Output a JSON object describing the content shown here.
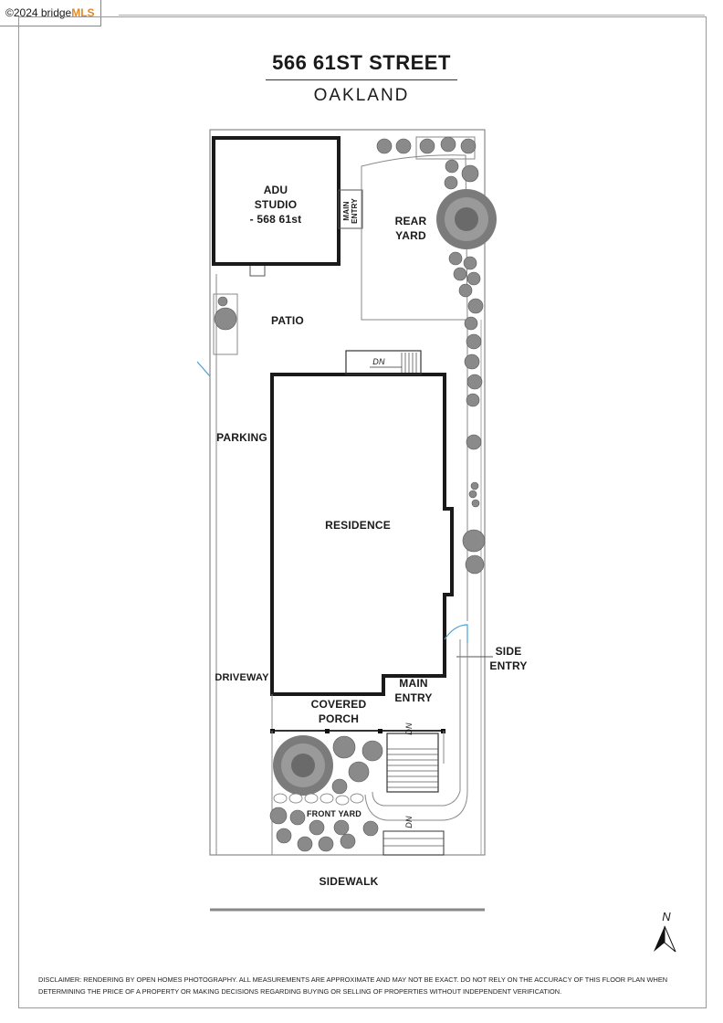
{
  "watermark": {
    "copyright": "©2024 bridge",
    "brand": "MLS"
  },
  "header": {
    "street": "566 61ST STREET",
    "city": "OAKLAND"
  },
  "rooms": {
    "adu": "ADU\nSTUDIO\n- 568 61st",
    "adu_entry": "MAIN\nENTRY",
    "rear_yard": "REAR\nYARD",
    "patio": "PATIO",
    "parking": "PARKING",
    "residence": "RESIDENCE",
    "driveway": "DRIVEWAY",
    "covered_porch": "COVERED\nPORCH",
    "main_entry": "MAIN\nENTRY",
    "side_entry": "SIDE\nENTRY",
    "front_yard": "FRONT YARD",
    "sidewalk": "SIDEWALK",
    "dn": "DN"
  },
  "compass": {
    "north": "N"
  },
  "disclaimer": "Disclaimer: Rendering by Open Homes Photography. All measurements are approximate and may not be exact. Do not rely on the accuracy of this floor plan when determining the price of a property or making decisions regarding buying or selling of properties without independent verification."
}
